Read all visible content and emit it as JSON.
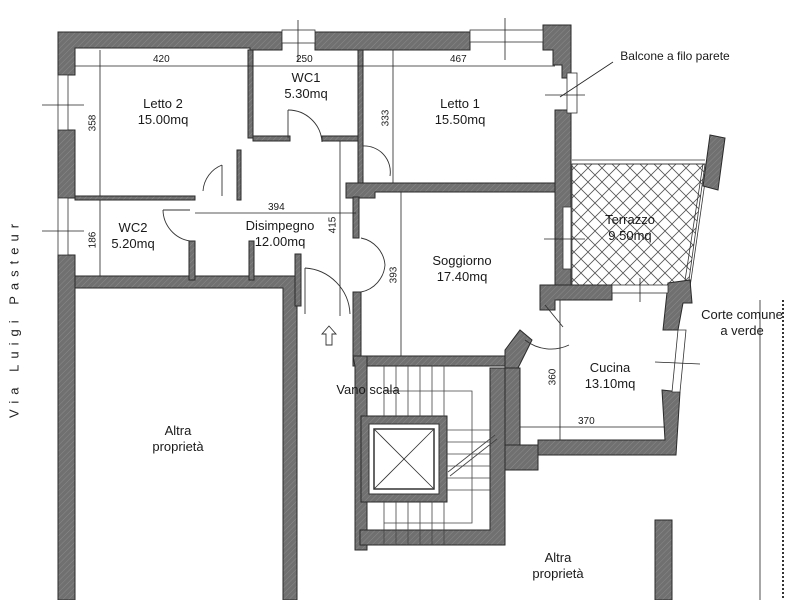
{
  "plan": {
    "type": "floor-plan",
    "street_label": "Via Luigi Pasteur",
    "rooms": [
      {
        "name": "Letto 2",
        "area": "15.00mq"
      },
      {
        "name": "WC1",
        "area": "5.30mq"
      },
      {
        "name": "Letto 1",
        "area": "15.50mq"
      },
      {
        "name": "WC2",
        "area": "5.20mq"
      },
      {
        "name": "Disimpegno",
        "area": "12.00mq"
      },
      {
        "name": "Soggiorno",
        "area": "17.40mq"
      },
      {
        "name": "Terrazzo",
        "area": "9.50mq"
      },
      {
        "name": "Cucina",
        "area": "13.10mq"
      }
    ],
    "areas": {
      "stair": "Vano scala",
      "other_left_1": "Altra",
      "other_left_2": "proprietà",
      "other_right_1": "Altra",
      "other_right_2": "proprietà",
      "court_1": "Corte comune",
      "court_2": "a verde"
    },
    "annotations": {
      "balcony": "Balcone a filo parete"
    },
    "dimensions": {
      "letto2_width": "420",
      "letto2_depth": "358",
      "wc1_width": "250",
      "letto1_width": "467",
      "letto1_depth": "333",
      "wc2_depth": "186",
      "disimpegno_width": "394",
      "disimpegno_depth": "415",
      "soggiorno_depth": "393",
      "cucina_depth": "360",
      "cucina_width": "370"
    }
  }
}
